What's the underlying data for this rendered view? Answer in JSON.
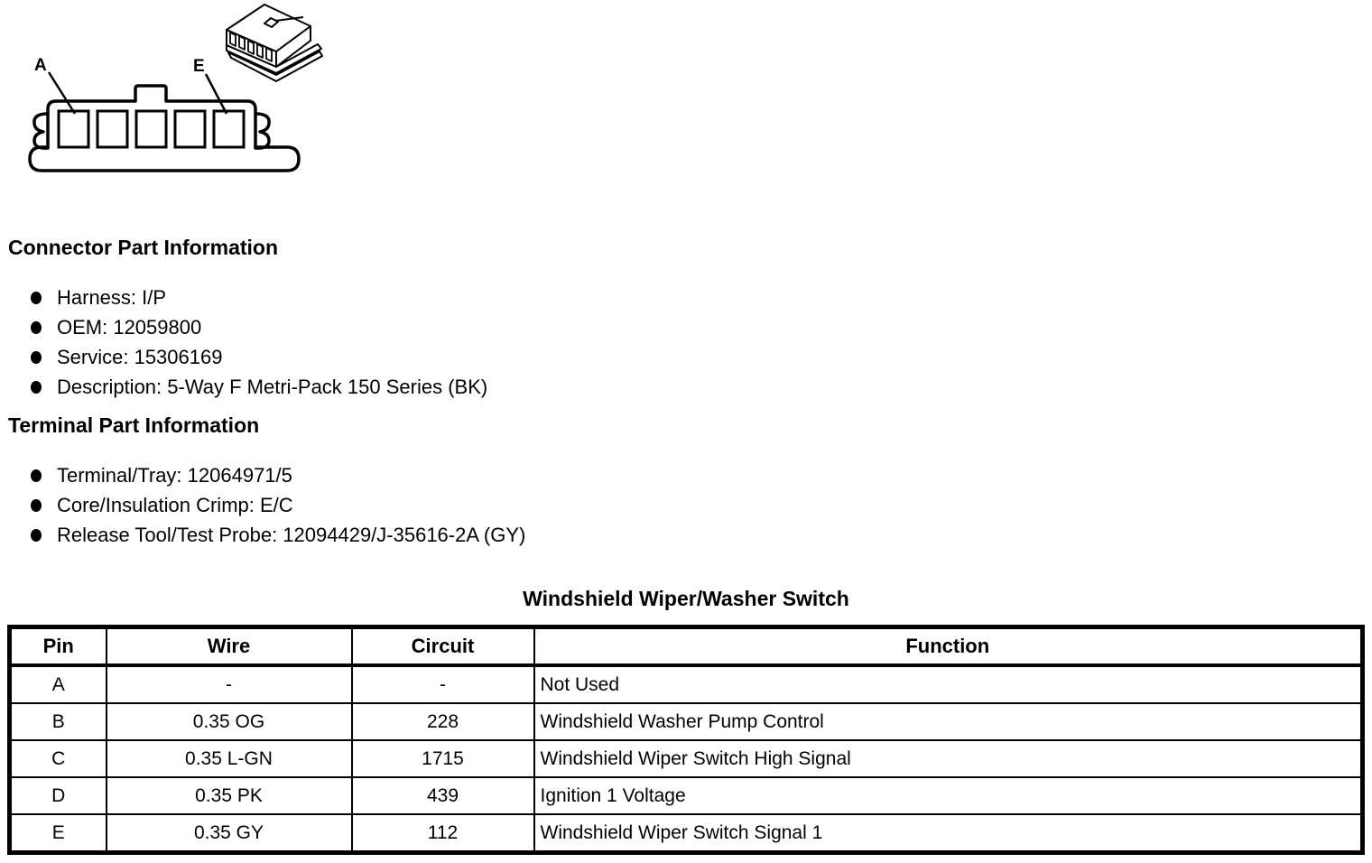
{
  "diagram": {
    "pin_label_first": "A",
    "pin_label_last": "E",
    "cavity_count": 5
  },
  "connector_info": {
    "heading": "Connector Part Information",
    "items": [
      "Harness: I/P",
      "OEM: 12059800",
      "Service: 15306169",
      "Description: 5-Way F Metri-Pack 150 Series (BK)"
    ]
  },
  "terminal_info": {
    "heading": "Terminal Part Information",
    "items": [
      "Terminal/Tray: 12064971/5",
      "Core/Insulation Crimp: E/C",
      "Release Tool/Test Probe: 12094429/J-35616-2A (GY)"
    ]
  },
  "pinout_table": {
    "title": "Windshield Wiper/Washer Switch",
    "headers": [
      "Pin",
      "Wire",
      "Circuit",
      "Function"
    ],
    "rows": [
      {
        "pin": "A",
        "wire": "-",
        "circuit": "-",
        "function": "Not Used"
      },
      {
        "pin": "B",
        "wire": "0.35 OG",
        "circuit": "228",
        "function": "Windshield Washer Pump Control"
      },
      {
        "pin": "C",
        "wire": "0.35 L-GN",
        "circuit": "1715",
        "function": "Windshield Wiper Switch High Signal"
      },
      {
        "pin": "D",
        "wire": "0.35 PK",
        "circuit": "439",
        "function": "Ignition 1 Voltage"
      },
      {
        "pin": "E",
        "wire": "0.35 GY",
        "circuit": "112",
        "function": "Windshield Wiper Switch Signal 1"
      }
    ]
  }
}
